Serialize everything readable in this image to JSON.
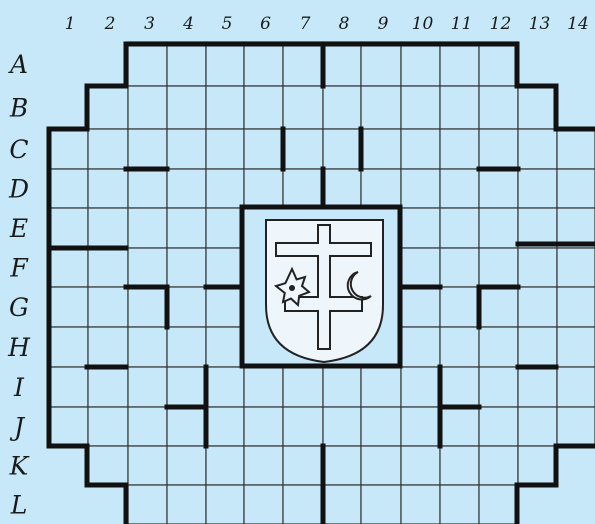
{
  "colors": {
    "background": "#c6e8f8",
    "grid_line": "#333333",
    "wall": "#111111",
    "emblem_fill": "#eef6fb"
  },
  "column_labels": [
    "1",
    "2",
    "3",
    "4",
    "5",
    "6",
    "7",
    "8",
    "9",
    "10",
    "11",
    "12",
    "13",
    "14"
  ],
  "row_labels": [
    "A",
    "B",
    "C",
    "D",
    "E",
    "F",
    "G",
    "H",
    "I",
    "J",
    "K",
    "L"
  ],
  "emblem": {
    "name": "coat-of-arms",
    "symbols": [
      "double-cross",
      "star",
      "crescent-moon"
    ]
  }
}
